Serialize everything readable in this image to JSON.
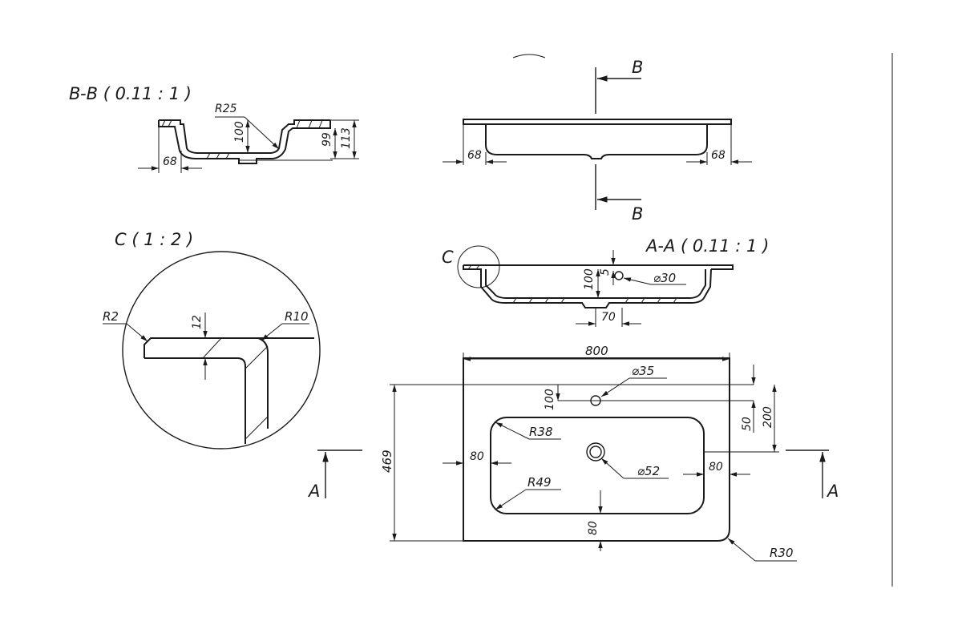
{
  "section_bb": {
    "title": "B-B ( 0.11 : 1 )",
    "dim_radius": "R25",
    "dim_depth": "100",
    "dim_height_inner": "99",
    "dim_height_outer": "113",
    "dim_rim": "68"
  },
  "front_view": {
    "cut_label_top": "B",
    "cut_label_bottom": "B",
    "dim_left": "68",
    "dim_right": "68"
  },
  "detail_c": {
    "title": "C ( 1 : 2 )",
    "dim_r_small": "R2",
    "dim_thickness": "12",
    "dim_r_large": "R10"
  },
  "section_aa": {
    "title": "A-A ( 0.11 : 1 )",
    "detail_marker": "C",
    "dim_depth": "100",
    "dim_overflow_offset": "5",
    "dim_overflow_dia": "⌀30",
    "dim_drain_width": "70"
  },
  "plan_view": {
    "dim_width": "800",
    "dim_length": "469",
    "dim_tap_hole": "⌀35",
    "dim_tap_offset": "100",
    "dim_edge_50": "50",
    "dim_edge_200": "200",
    "dim_radius_38": "R38",
    "dim_radius_49": "R49",
    "dim_radius_30": "R30",
    "dim_drain_dia": "⌀52",
    "dim_side_left": "80",
    "dim_side_right": "80",
    "dim_bottom": "80",
    "cut_label_left": "A",
    "cut_label_right": "A"
  }
}
